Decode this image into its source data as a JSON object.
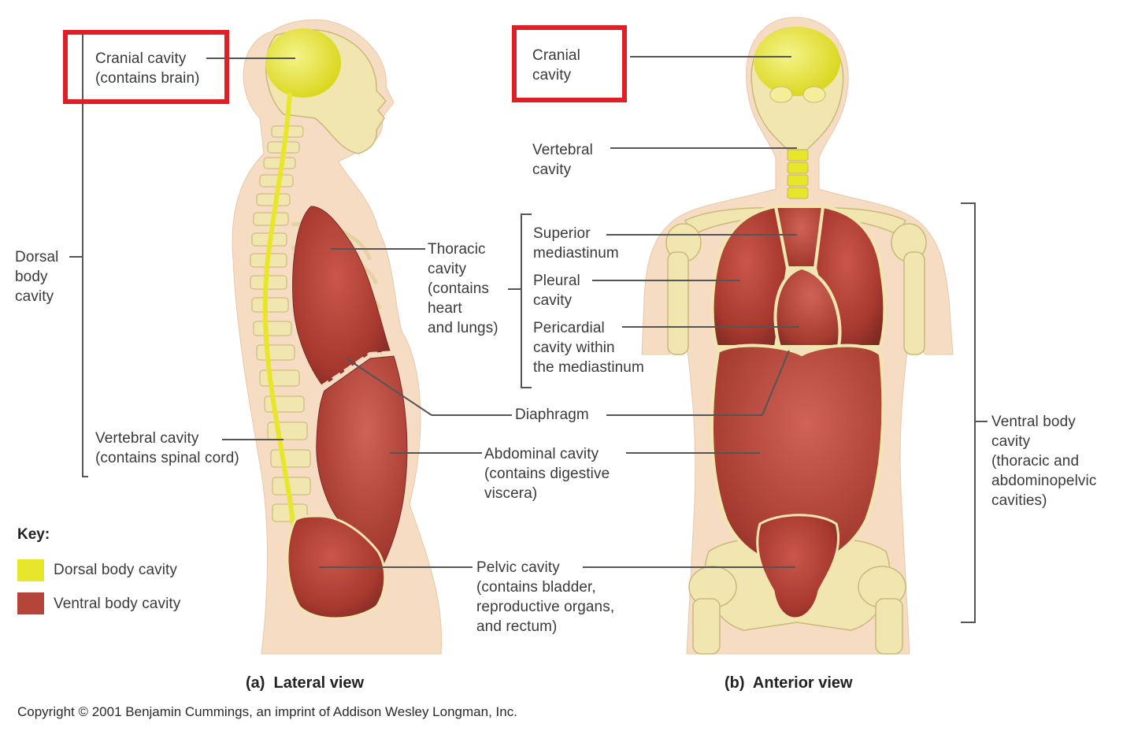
{
  "labels": {
    "cranial_lateral": "Cranial cavity\n(contains brain)",
    "dorsal_body": "Dorsal\nbody\ncavity",
    "vertebral_lateral": "Vertebral cavity\n(contains spinal cord)",
    "thoracic": "Thoracic\ncavity\n(contains\nheart\nand lungs)",
    "diaphragm": "Diaphragm",
    "abdominal": "Abdominal cavity\n(contains digestive\nviscera)",
    "pelvic": "Pelvic cavity\n(contains bladder,\nreproductive organs,\nand rectum)",
    "cranial_anterior": "Cranial\ncavity",
    "vertebral_anterior": "Vertebral\ncavity",
    "superior_mediastinum": "Superior\nmediastinum",
    "pleural": "Pleural\ncavity",
    "pericardial": "Pericardial\ncavity within\nthe mediastinum",
    "ventral_body": "Ventral body\ncavity\n(thoracic and\nabdominopelvic\ncavities)"
  },
  "key": {
    "title": "Key:",
    "dorsal": "Dorsal body cavity",
    "ventral": "Ventral body cavity"
  },
  "captions": {
    "lateral": "(a)  Lateral view",
    "anterior": "(b)  Anterior view"
  },
  "copyright": "Copyright © 2001 Benjamin Cummings, an imprint of Addison Wesley Longman, Inc.",
  "colors": {
    "dorsal": "#e8e62a",
    "ventral": "#b5453a",
    "skin": "#f6dcc2",
    "bone": "#f2e6b0",
    "highlight": "#e01e26"
  }
}
